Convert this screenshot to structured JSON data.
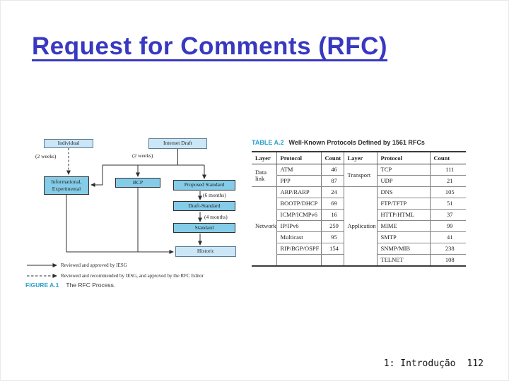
{
  "slide": {
    "title": "Request for Comments (RFC)",
    "footer": {
      "section": "1: Introdução",
      "page": "112"
    }
  },
  "colors": {
    "title_blue": "#3838c0",
    "figure_label_blue": "#29a0cd",
    "box_fill_light": "#cbe7f7",
    "box_fill_medium": "#85cce9"
  },
  "flowchart": {
    "nodes": [
      {
        "label": "Individual"
      },
      {
        "label": "Internet Draft"
      },
      {
        "label": "Informational,\nExperimental"
      },
      {
        "label": "BCP"
      },
      {
        "label": "Proposed Standard"
      },
      {
        "label": "Draft-Standard"
      },
      {
        "label": "Standard"
      },
      {
        "label": "Historic"
      }
    ],
    "time_labels": [
      "(2 weeks)",
      "(2 weeks)",
      "(6 months)",
      "(4 months)"
    ],
    "legend": [
      {
        "line": "solid",
        "text": "Reviewed and approved by IESG"
      },
      {
        "line": "dashed",
        "text": "Reviewed and recommended by IESG, and approved by the RFC Editor"
      }
    ],
    "caption": {
      "tag": "FIGURE A.1",
      "text": "The RFC Process."
    }
  },
  "table": {
    "tag": "TABLE A.2",
    "title": "Well-Known Protocols Defined by 1561 RFCs",
    "headers": [
      "Layer",
      "Protocol",
      "Count",
      "Layer",
      "Protocol",
      "Count"
    ],
    "left_groups": [
      {
        "layer": "Data link",
        "rows": [
          [
            "ATM",
            "46"
          ],
          [
            "PPP",
            "87"
          ]
        ]
      },
      {
        "layer": "Network",
        "rows": [
          [
            "ARP/RARP",
            "24"
          ],
          [
            "BOOTP/DHCP",
            "69"
          ],
          [
            "ICMP/ICMPv6",
            "16"
          ],
          [
            "IP/IPv6",
            "259"
          ],
          [
            "Multicast",
            "95"
          ],
          [
            "RIP/BGP/OSPF",
            "154"
          ],
          [
            "",
            ""
          ]
        ]
      }
    ],
    "right_groups": [
      {
        "layer": "Transport",
        "rows": [
          [
            "TCP",
            "111"
          ],
          [
            "UDP",
            "21"
          ]
        ]
      },
      {
        "layer": "Application",
        "rows": [
          [
            "DNS",
            "105"
          ],
          [
            "FTP/TFTP",
            "51"
          ],
          [
            "HTTP/HTML",
            "37"
          ],
          [
            "MIME",
            "99"
          ],
          [
            "SMTP",
            "41"
          ],
          [
            "SNMP/MIB",
            "238"
          ],
          [
            "TELNET",
            "108"
          ]
        ]
      }
    ]
  }
}
